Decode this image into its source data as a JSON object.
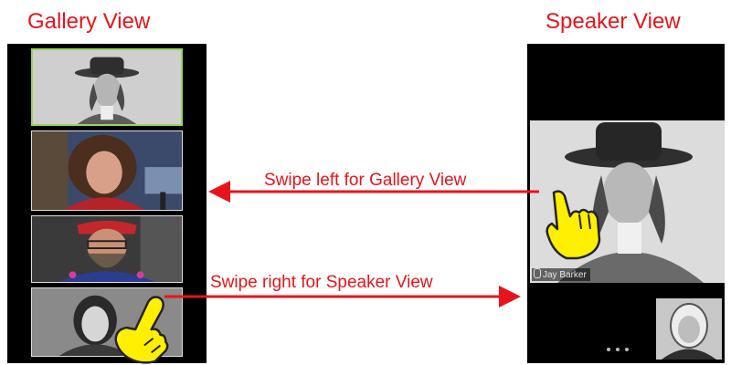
{
  "titles": {
    "gallery": "Gallery View",
    "speaker": "Speaker View"
  },
  "arrows": {
    "swipe_left": "Swipe left for Gallery View",
    "swipe_right": "Swipe right for Speaker View"
  },
  "speaker_view": {
    "name_tag": "Jay Barker",
    "page_dots": 3
  },
  "colors": {
    "accent_red": "#e8141b",
    "active_tile_border": "#9bd45a",
    "hand_yellow": "#ffef00"
  },
  "icons": {
    "hand": "pointing-hand-icon",
    "mic": "muted-mic-icon"
  }
}
